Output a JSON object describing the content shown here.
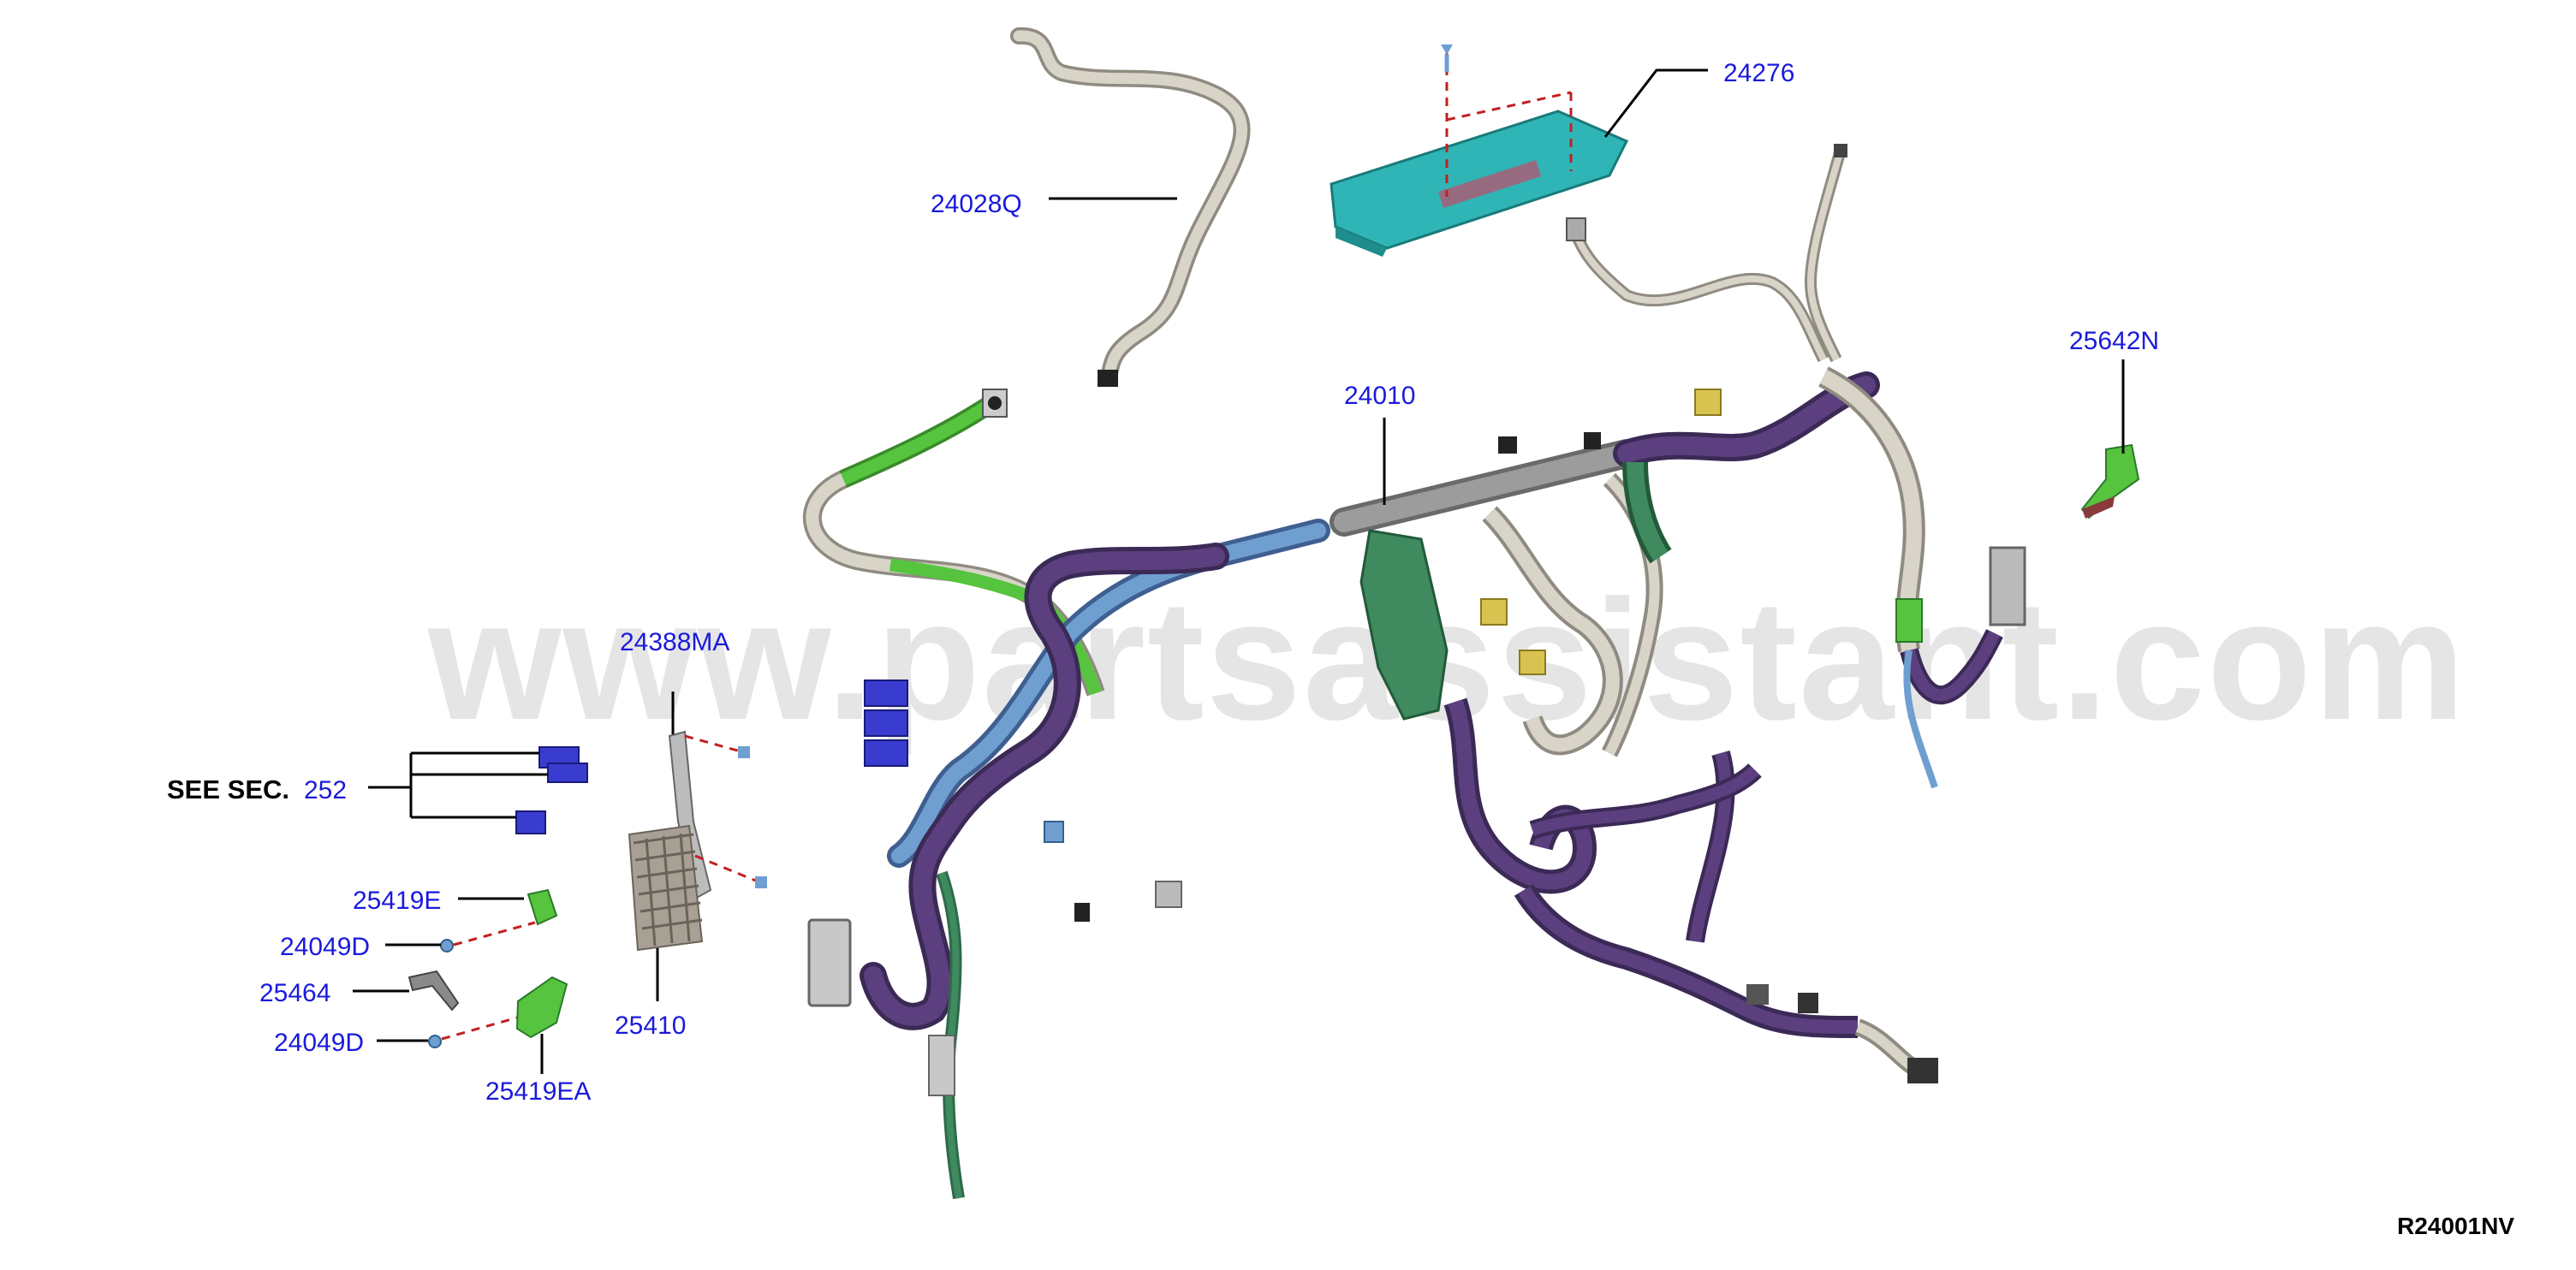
{
  "watermark": "www.partsassistant.com",
  "drawing_number": "R24001NV",
  "see_section": {
    "prefix": "SEE SEC.",
    "number": "252"
  },
  "callouts": {
    "c24276": "24276",
    "c24028Q": "24028Q",
    "c24010": "24010",
    "c25642N": "25642N",
    "c24388MA": "24388MA",
    "c25419E": "25419E",
    "c24049D_a": "24049D",
    "c25464": "25464",
    "c24049D_b": "24049D",
    "c25410": "25410",
    "c25419EA": "25419EA"
  },
  "colors": {
    "purple": "#5b3f7e",
    "green": "#3f8a5f",
    "light_green": "#56c43e",
    "teal": "#2fb5b5",
    "beige": "#d8d4c8",
    "blue": "#6f9fd0",
    "gray": "#8a8a8a",
    "yellow": "#d8c350",
    "royal_blue": "#3a3ccf",
    "callout_blue": "#1a1adc"
  }
}
